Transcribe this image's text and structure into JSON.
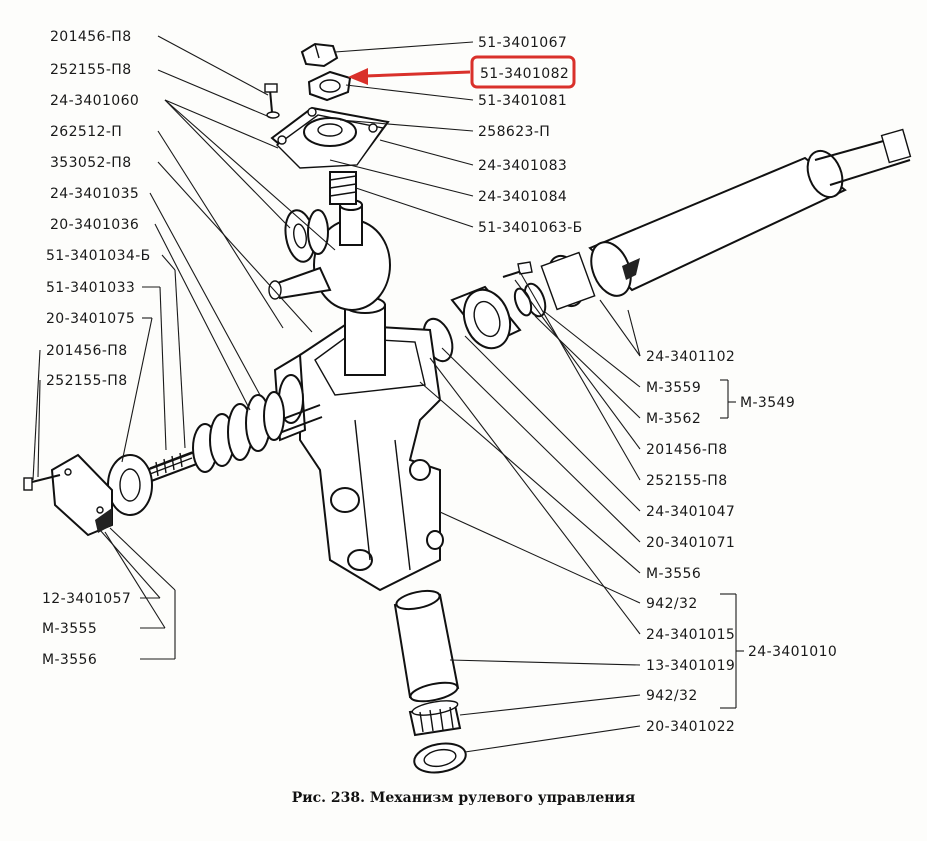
{
  "caption": "Рис. 238. Механизм рулевого управления",
  "highlight_color": "#d9302a",
  "labels": {
    "l201456_top": "201456-П8",
    "l252155_top": "252155-П8",
    "l24_3401060": "24-3401060",
    "l262512": "262512-П",
    "l353052": "353052-П8",
    "l24_3401035": "24-3401035",
    "l20_3401036": "20-3401036",
    "l51_3401034": "51-3401034-Б",
    "l51_3401033": "51-3401033",
    "l20_3401075": "20-3401075",
    "l201456_mid": "201456-П8",
    "l252155_mid": "252155-П8",
    "l12_3401057": "12-3401057",
    "lM3555": "М-3555",
    "lM3556_left": "М-3556",
    "r51_3401067": "51-3401067",
    "r51_3401082": "51-3401082",
    "r51_3401081": "51-3401081",
    "r258623": "258623-П",
    "r24_3401083": "24-3401083",
    "r24_3401084": "24-3401084",
    "r51_3401063": "51-3401063-Б",
    "r24_3401102": "24-3401102",
    "rM3559": "М-3559",
    "rM3562": "М-3562",
    "rM3549": "М-3549",
    "r201456": "201456-П8",
    "r252155": "252155-П8",
    "r24_3401047": "24-3401047",
    "r20_3401071": "20-3401071",
    "rM3556": "М-3556",
    "r942_32_a": "942/32",
    "r24_3401015": "24-3401015",
    "r24_3401010": "24-3401010",
    "r13_3401019": "13-3401019",
    "r942_32_b": "942/32",
    "r20_3401022": "20-3401022"
  },
  "highlighted_part": "51-3401082"
}
